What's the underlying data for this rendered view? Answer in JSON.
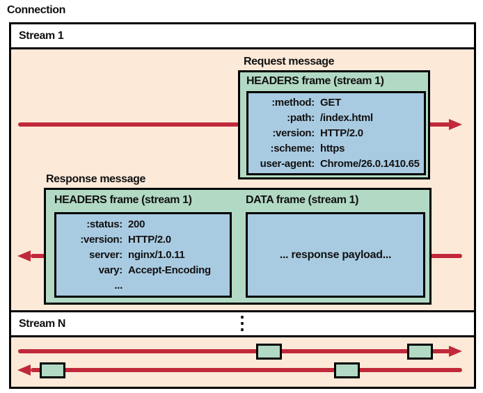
{
  "diagram": {
    "connection_label": "Connection",
    "stream1": {
      "label": "Stream 1",
      "request": {
        "message_label": "Request message",
        "frame_title": "HEADERS frame (stream 1)",
        "headers": [
          {
            "key": ":method:",
            "value": "GET"
          },
          {
            "key": ":path:",
            "value": "/index.html"
          },
          {
            "key": ":version:",
            "value": "HTTP/2.0"
          },
          {
            "key": ":scheme:",
            "value": "https"
          },
          {
            "key": "user-agent:",
            "value": "Chrome/26.0.1410.65"
          }
        ]
      },
      "response": {
        "message_label": "Response message",
        "headers_frame_title": "HEADERS frame (stream 1)",
        "data_frame_title": "DATA frame (stream 1)",
        "headers": [
          {
            "key": ":status:",
            "value": "200"
          },
          {
            "key": ":version:",
            "value": "HTTP/2.0"
          },
          {
            "key": "server:",
            "value": "nginx/1.0.11"
          },
          {
            "key": "vary:",
            "value": "Accept-Encoding"
          },
          {
            "key": "...",
            "value": ""
          }
        ],
        "data_payload": "... response payload..."
      }
    },
    "streamN": {
      "label": "Stream N",
      "ellipsis": "⋮"
    },
    "colors": {
      "background_peach": "#fce9d8",
      "frame_green": "#b2d9c4",
      "payload_blue": "#a9cbe2",
      "arrow_red": "#c1283a",
      "border_black": "#000000"
    }
  }
}
